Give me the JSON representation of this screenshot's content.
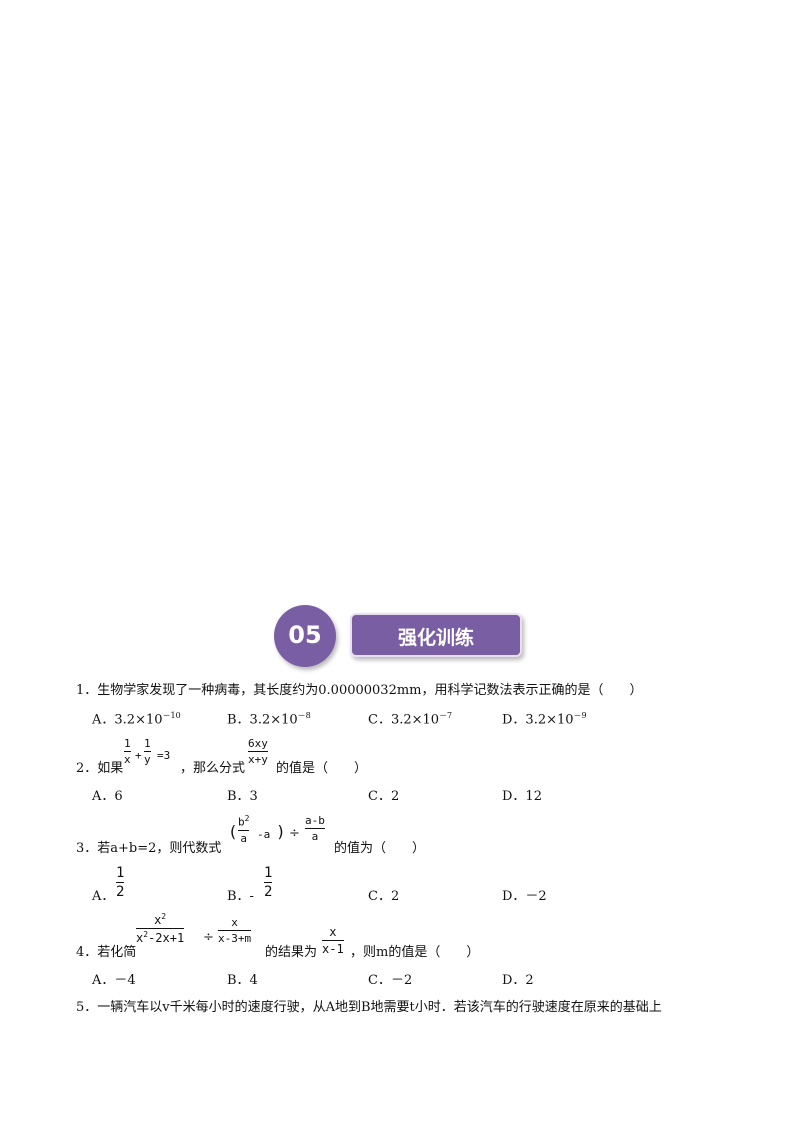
{
  "section": {
    "number": "05",
    "title": "强化训练"
  },
  "q1": {
    "text": "1．生物学家发现了一种病毒，其长度约为0.00000032mm，用科学记数法表示正确的是（　　）",
    "A": "A．3.2×10",
    "A_exp": "－10",
    "B": "B．3.2×10",
    "B_exp": "－8",
    "C": "C．3.2×10",
    "C_exp": "－7",
    "D": "D．3.2×10",
    "D_exp": "－9"
  },
  "q2": {
    "prefix": "2．如果",
    "cond_num1": "1",
    "cond_den1": "x",
    "cond_plus": "+",
    "cond_num2": "1",
    "cond_den2": "y",
    "cond_eq": "=3",
    "mid": "，那么分式",
    "frac_num": "6xy",
    "frac_den": "x+y",
    "suffix": "的值是（　　）",
    "A": "A．6",
    "B": "B．3",
    "C": "C．2",
    "D": "D．12"
  },
  "q3": {
    "prefix": "3．若a+b=2，则代数式",
    "lp": "(",
    "b2num": "b",
    "b2exp": "2",
    "b2den": "a",
    "minus_a": "-a",
    "rp": ")",
    "div": "÷",
    "frac2_num": "a-b",
    "frac2_den": "a",
    "suffix": "的值为（　　）",
    "A_label": "A．",
    "A_num": "1",
    "A_den": "2",
    "B_label": "B．-",
    "B_num": "1",
    "B_den": "2",
    "C": "C．2",
    "D": "D．－2"
  },
  "q4": {
    "prefix": "4．若化简",
    "f1_num": "x",
    "f1_num_exp": "2",
    "f1_den": "x",
    "f1_den_exp": "2",
    "f1_den_rest": "-2x+1",
    "div": "÷",
    "f2_num": "x",
    "f2_den": "x-3+m",
    "mid": "的结果为",
    "f3_num": "x",
    "f3_den": "x-1",
    "suffix": "，则m的值是（　　）",
    "A": "A．－4",
    "B": "B．4",
    "C": "C．－2",
    "D": "D．2"
  },
  "q5": {
    "text": "5．一辆汽车以v千米每小时的速度行驶，从A地到B地需要t小时．若该汽车的行驶速度在原来的基础上"
  }
}
